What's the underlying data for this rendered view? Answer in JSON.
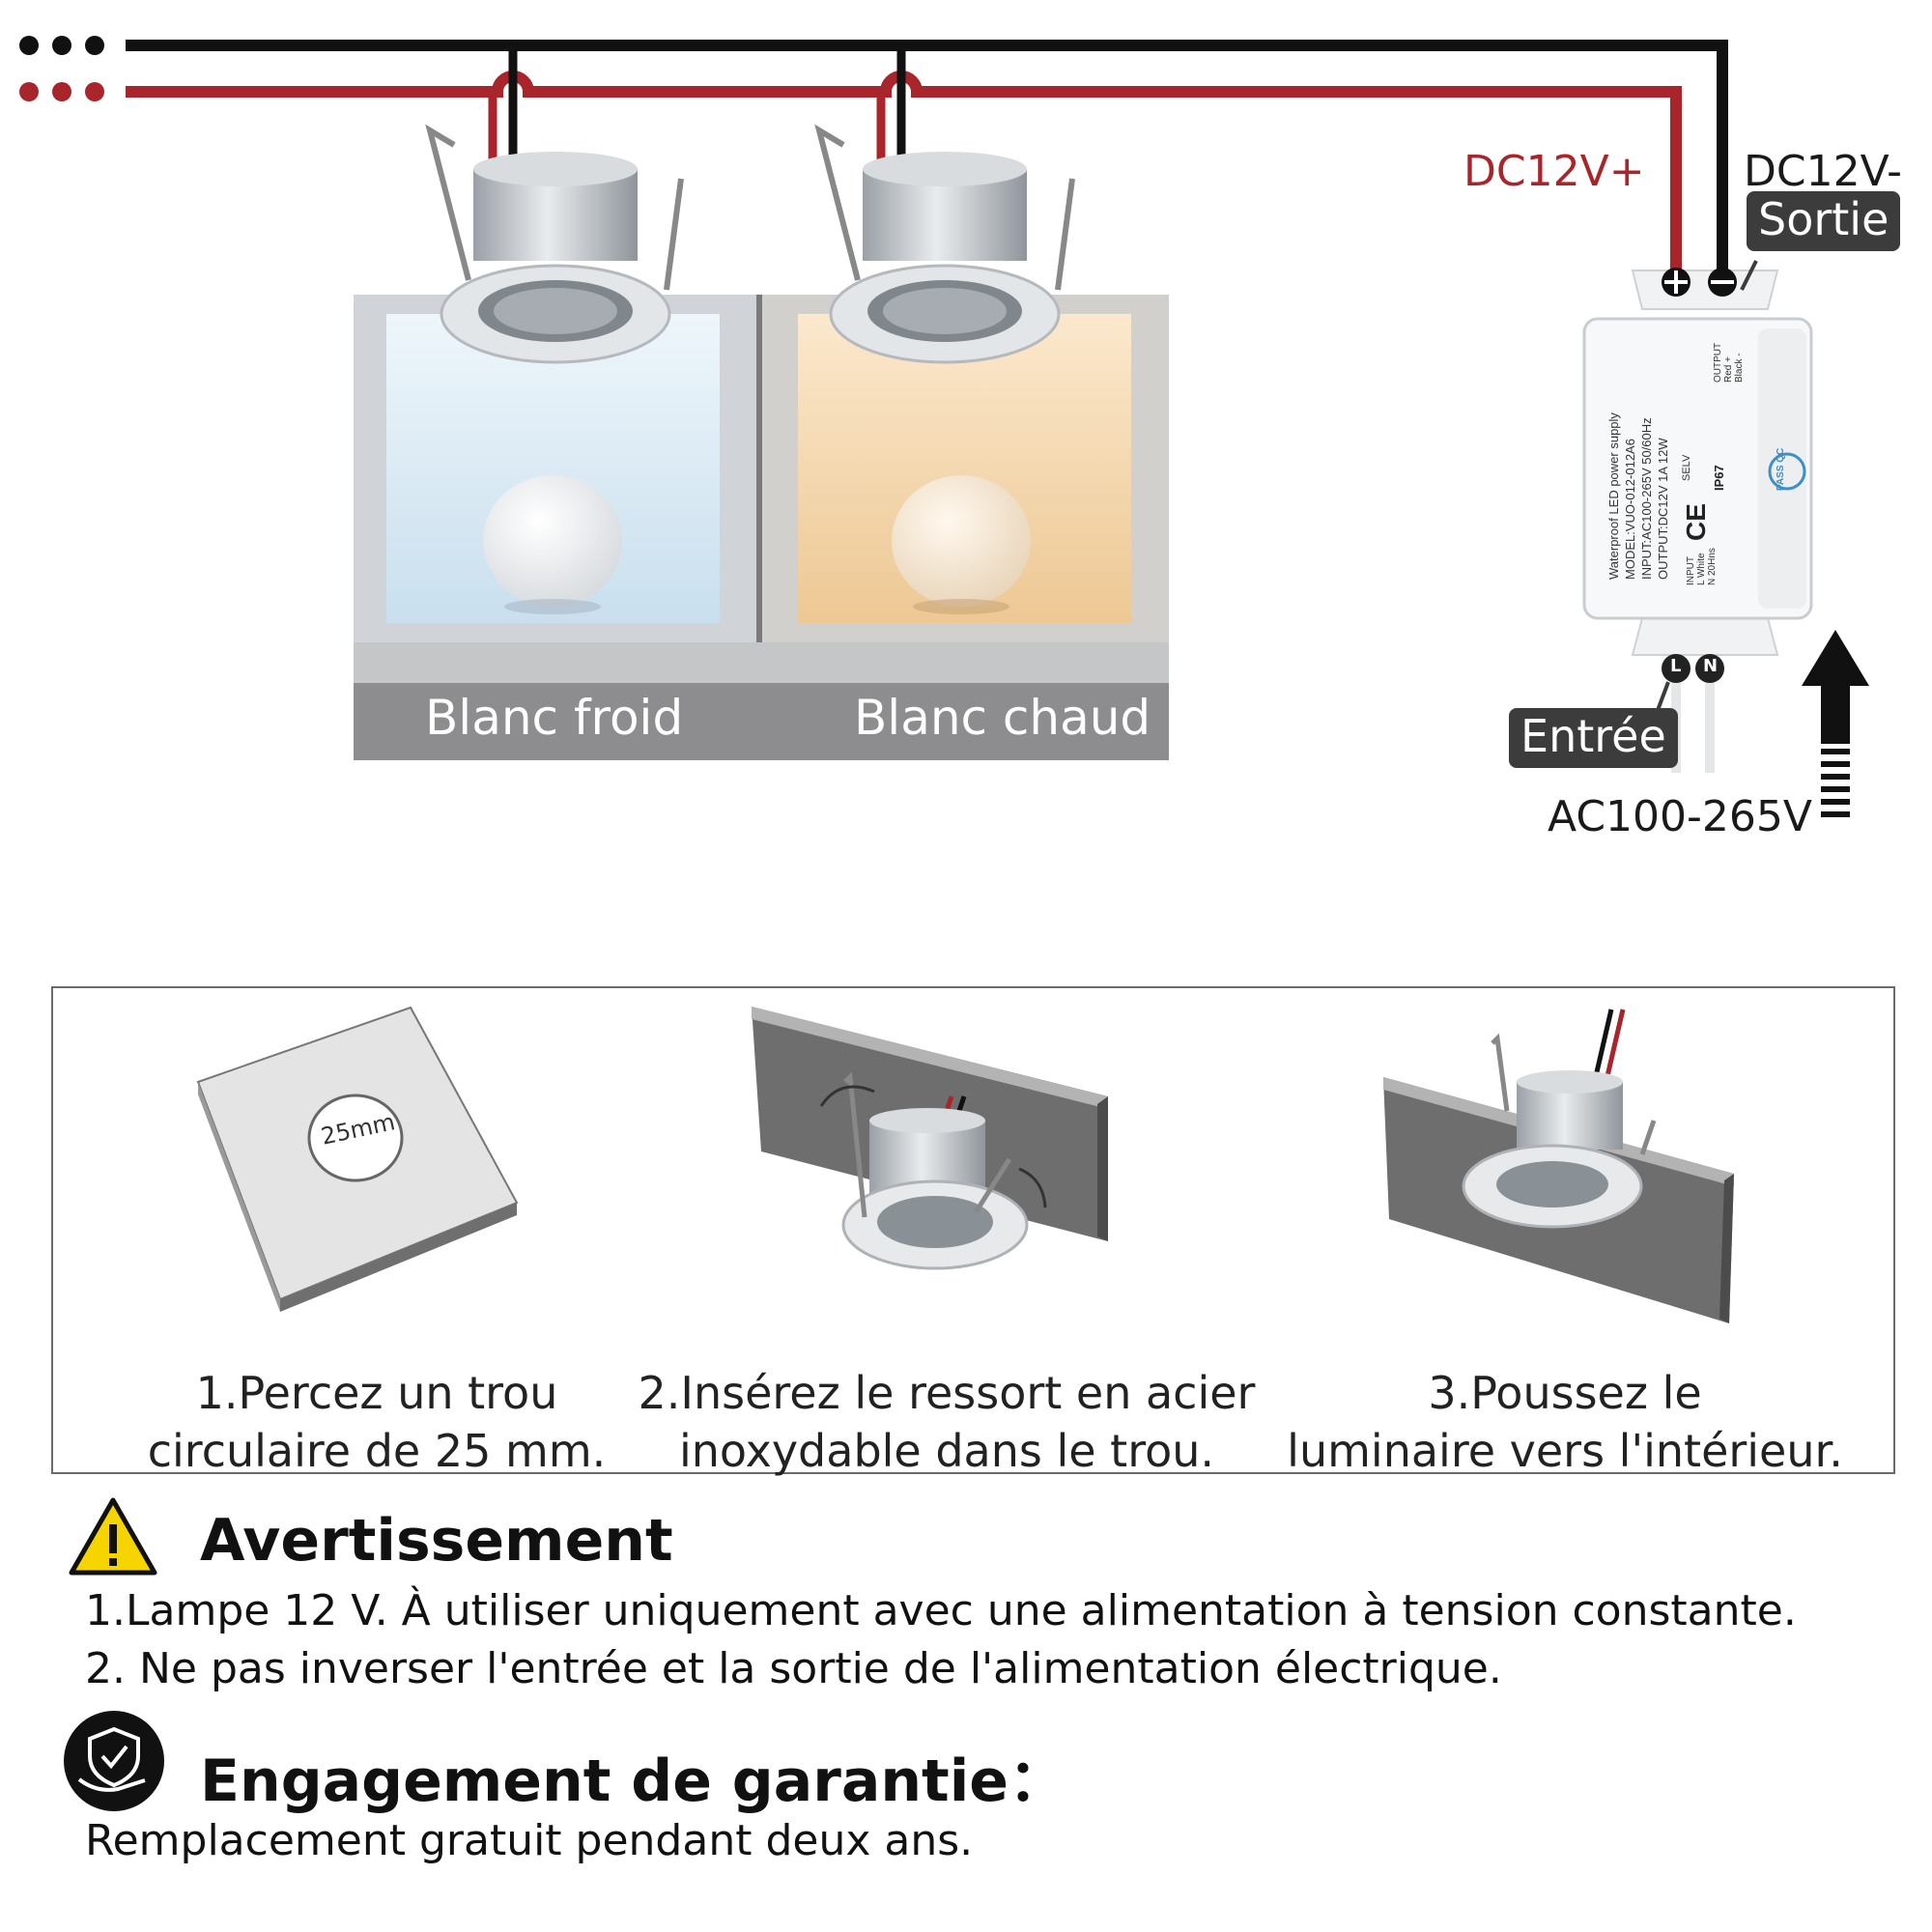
{
  "wiring": {
    "dc_plus_label": "DC12V+",
    "dc_minus_label": "DC12V-",
    "output_tag": "Sortie",
    "input_tag": "Entrée",
    "ac_label": "AC100-265V",
    "terminal_plus": "+",
    "terminal_minus": "−",
    "terminal_l": "L",
    "terminal_n": "N",
    "wire_colors": {
      "positive": "#a8262b",
      "negative": "#111111"
    }
  },
  "power_supply": {
    "line1": "Waterproof LED power supply",
    "line2": "MODEL:VUO-012-012A6",
    "line3": "INPUT:AC100-265V  50/60Hz",
    "line4": "OUTPUT:DC12V  1A  12W",
    "ip_rating": "IP67",
    "selv": "SELV",
    "ce": "CE",
    "pass_qc": "PASS QC",
    "output_label": "OUTPUT",
    "output_red": "Red +",
    "output_black": "Black -",
    "input_label": "INPUT",
    "input_white": "L White",
    "input_n": "N 20Hns"
  },
  "color_panels": [
    {
      "caption": "Blanc froid",
      "color": "#d7e8f2"
    },
    {
      "caption": "Blanc chaud",
      "color": "#f2d3a8"
    }
  ],
  "steps": {
    "hole_size": "25mm",
    "items": [
      {
        "line1": "1.Percez un trou",
        "line2": "circulaire de 25 mm."
      },
      {
        "line1": "2.Insérez le ressort en acier",
        "line2": "inoxydable dans le trou."
      },
      {
        "line1": "3.Poussez le",
        "line2": "luminaire vers l'intérieur."
      }
    ]
  },
  "warning": {
    "title": "Avertissement",
    "line1": "1.Lampe 12 V. À utiliser uniquement avec une alimentation à tension constante.",
    "line2": "2. Ne pas inverser l'entrée et la sortie de l'alimentation électrique.",
    "icon": "warning-triangle-icon",
    "icon_color": "#f5d400"
  },
  "guarantee": {
    "title": "Engagement de garantie：",
    "line1": "Remplacement gratuit pendant deux ans.",
    "icon": "shield-hand-icon"
  }
}
